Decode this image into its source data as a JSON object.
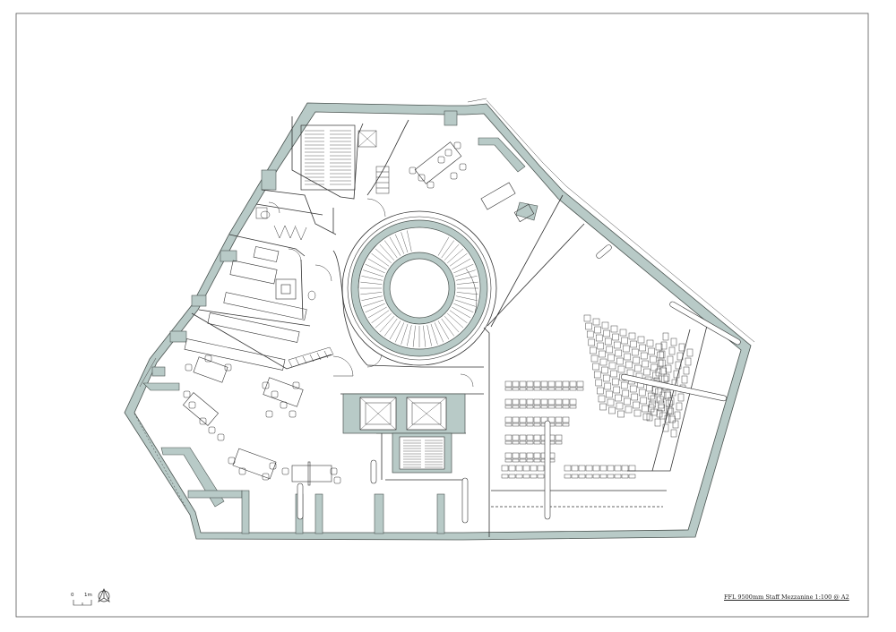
{
  "drawing": {
    "title": "FFL 9500mm Staff Mezzanine 1:100 @ A2",
    "scale_bar": {
      "start": "0",
      "end": "1m"
    },
    "colors": {
      "wall": "#b8cac7",
      "wall_stroke": "#4a5350",
      "line": "#333333",
      "frame": "#555555",
      "background": "#ffffff"
    },
    "icons": [
      "north-arrow-icon"
    ]
  }
}
